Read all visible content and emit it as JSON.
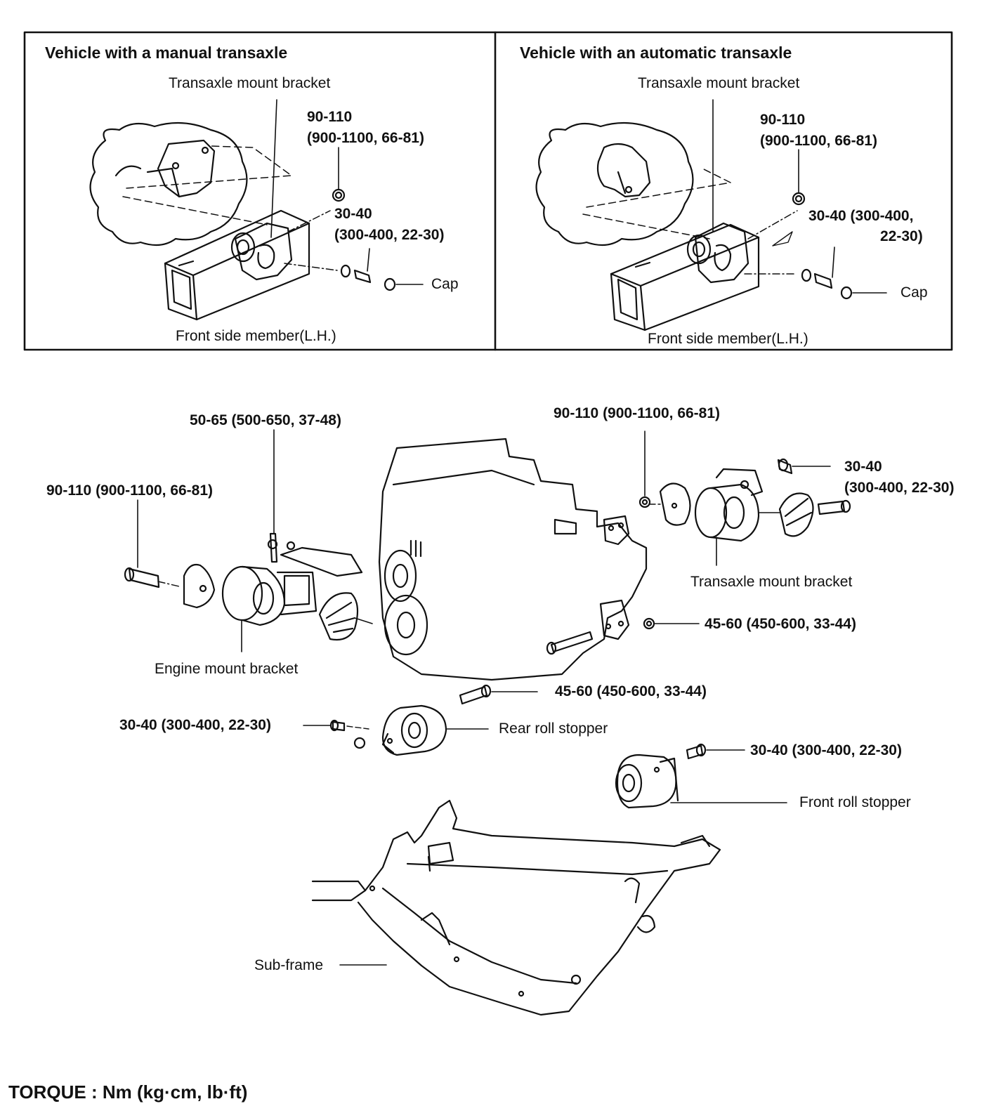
{
  "panels": {
    "manual": {
      "title": "Vehicle with a manual transaxle",
      "bracket": "Transaxle mount bracket",
      "torque_a_1": "90-110",
      "torque_a_2": "(900-1100, 66-81)",
      "torque_b_1": "30-40",
      "torque_b_2": "(300-400, 22-30)",
      "cap": "Cap",
      "member": "Front side member(L.H.)"
    },
    "automatic": {
      "title": "Vehicle with an automatic transaxle",
      "bracket": "Transaxle mount bracket",
      "torque_a_1": "90-110",
      "torque_a_2": "(900-1100, 66-81)",
      "torque_b_1": "30-40 (300-400,",
      "torque_b_2": "22-30)",
      "cap": "Cap",
      "member": "Front side member(L.H.)"
    }
  },
  "main": {
    "t_50_65": "50-65 (500-650, 37-48)",
    "t_90_left": "90-110 (900-1100, 66-81)",
    "t_90_right": "90-110 (900-1100, 66-81)",
    "t_30_right_1": "30-40",
    "t_30_right_2": "(300-400, 22-30)",
    "transaxle_bracket": "Transaxle mount bracket",
    "t_45_upper": "45-60 (450-600, 33-44)",
    "engine_bracket": "Engine mount bracket",
    "t_45_lower": "45-60 (450-600, 33-44)",
    "t_30_rear": "30-40 (300-400, 22-30)",
    "rear_roll": "Rear roll stopper",
    "t_30_front": "30-40 (300-400, 22-30)",
    "front_roll": "Front roll stopper",
    "subframe": "Sub-frame"
  },
  "footer": "TORQUE : Nm (kg·cm, lb·ft)"
}
